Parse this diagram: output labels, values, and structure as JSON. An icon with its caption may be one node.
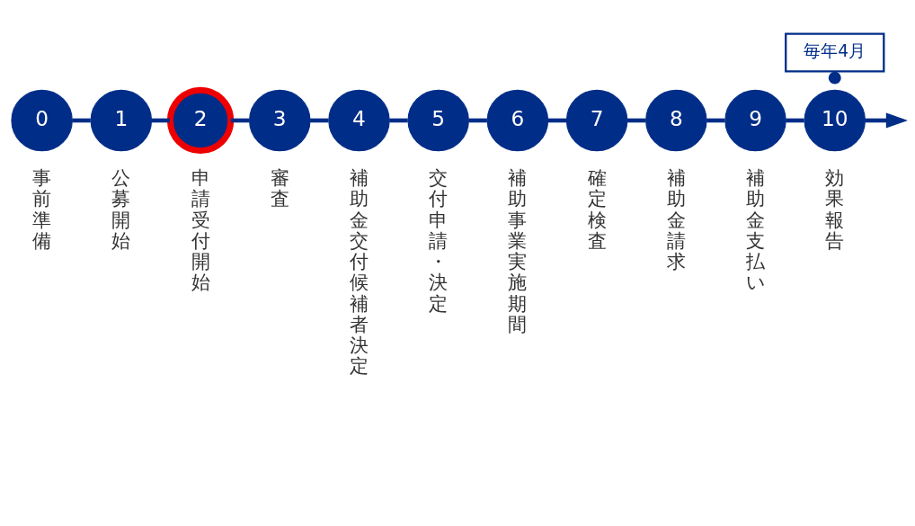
{
  "diagram": {
    "nodes": [
      {
        "text": [
          "0"
        ],
        "beside": [
          "事前準備"
        ]
      },
      {
        "text": [
          "1"
        ],
        "beside": [
          "公募開始"
        ]
      },
      {
        "text": [
          "2"
        ],
        "beside": [
          "申請受付開始"
        ]
      },
      {
        "text": [
          "3"
        ],
        "beside": [
          "審査"
        ]
      },
      {
        "text": [
          "4"
        ],
        "beside": [
          "補助金交付候補者決定"
        ]
      },
      {
        "text": [
          "5"
        ],
        "beside": [
          "交付申請・決定"
        ]
      },
      {
        "text": [
          "6"
        ],
        "beside": [
          "補助事業実施期間"
        ]
      },
      {
        "text": [
          "7"
        ],
        "beside": [
          "確定検査"
        ]
      },
      {
        "text": [
          "8"
        ],
        "beside": [
          "補助金請求"
        ]
      },
      {
        "text": [
          "9"
        ],
        "beside": [
          "補助金支払い"
        ]
      },
      {
        "text": [
          "10"
        ],
        "beside": [
          "効果報告"
        ]
      },
      {
        "text": [
          "毎年4月"
        ]
      }
    ],
    "edges": [
      {
        "from": 0,
        "to": 1,
        "arrow": "none"
      },
      {
        "from": 1,
        "to": 2,
        "arrow": "none"
      },
      {
        "from": 2,
        "to": 3,
        "arrow": "none"
      },
      {
        "from": 3,
        "to": 4,
        "arrow": "none"
      },
      {
        "from": 4,
        "to": 5,
        "arrow": "none"
      },
      {
        "from": 5,
        "to": 6,
        "arrow": "none"
      },
      {
        "from": 6,
        "to": 7,
        "arrow": "none"
      },
      {
        "from": 7,
        "to": 8,
        "arrow": "none"
      },
      {
        "from": 8,
        "to": 9,
        "arrow": "none"
      },
      {
        "from": 9,
        "to": 10,
        "arrow": "none"
      },
      {
        "from": 10,
        "to": null,
        "arrow": "to"
      },
      {
        "from": 11,
        "to": 10,
        "arrow": "other"
      }
    ]
  }
}
